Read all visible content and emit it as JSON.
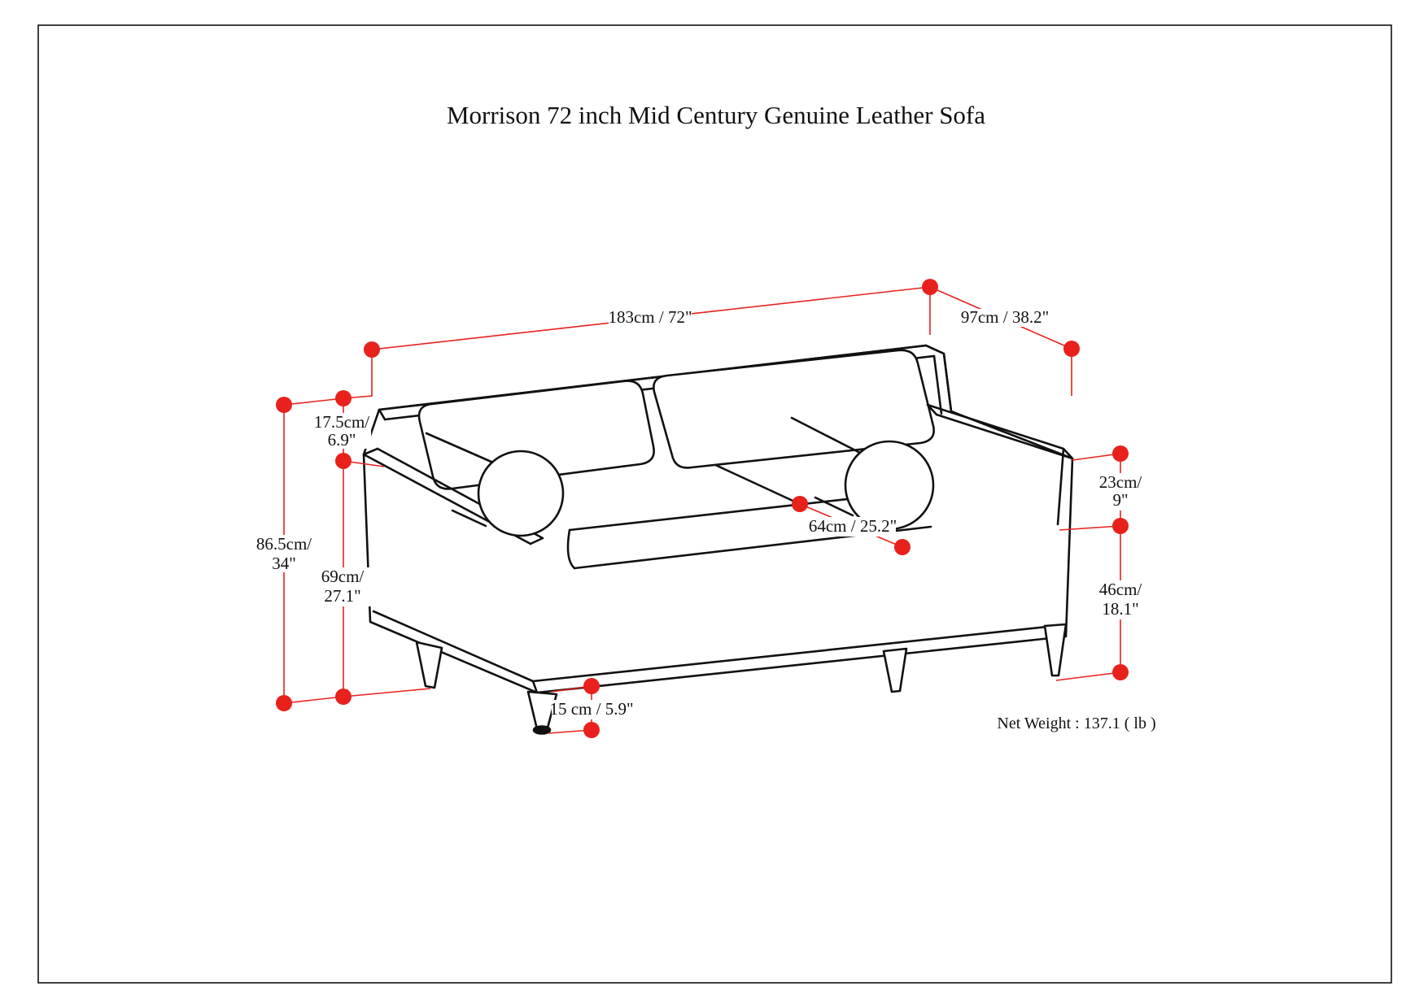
{
  "page": {
    "title": "Morrison 72 inch Mid Century Genuine Leather Sofa",
    "net_weight": "Net Weight : 137.1 ( lb )"
  },
  "dims": {
    "length": "183cm / 72\"",
    "depth": "97cm / 38.2\"",
    "back_height": {
      "line1": "17.5cm/",
      "line2": "6.9\""
    },
    "total_height": {
      "line1": "86.5cm/",
      "line2": "34\""
    },
    "arm_height": {
      "line1": "69cm/",
      "line2": "27.1\""
    },
    "bolster": {
      "line1": "23cm/",
      "line2": "9\""
    },
    "seat_height": {
      "line1": "46cm/",
      "line2": "18.1\""
    },
    "seat_depth": "64cm / 25.2\"",
    "leg_height": "15 cm / 5.9\""
  },
  "colors": {
    "dimension_red": "#e8211d",
    "line_art": "#111111",
    "border": "#000000",
    "background": "#ffffff"
  }
}
